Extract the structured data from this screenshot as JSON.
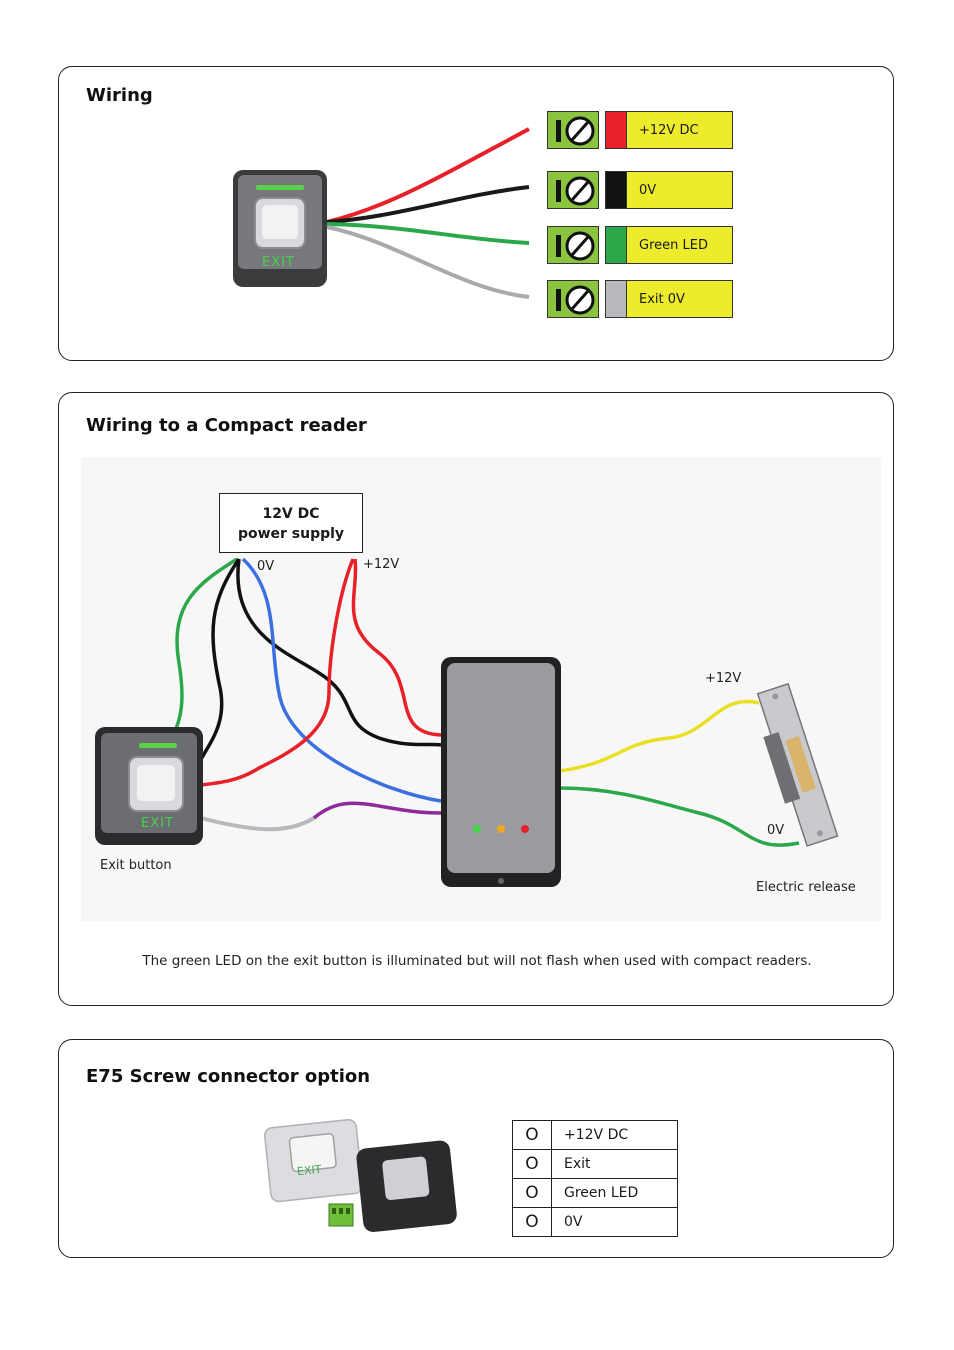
{
  "wiring": {
    "title": "Wiring",
    "device_label": "EXIT",
    "terminals": [
      {
        "label": "+12V DC",
        "color": "#e8202a"
      },
      {
        "label": "0V",
        "color": "#111111"
      },
      {
        "label": "Green LED",
        "color": "#2aa84a"
      },
      {
        "label": "Exit 0V",
        "color": "#b8b9bd"
      }
    ]
  },
  "compact": {
    "title": "Wiring to a Compact reader",
    "psu_line1": "12V DC",
    "psu_line2": "power supply",
    "psu_0v": "0V",
    "psu_12v": "+12V",
    "release_12v": "+12V",
    "release_0v": "0V",
    "exit_button_label": "Exit button",
    "exit_device_label": "EXIT",
    "electric_release_label": "Electric release",
    "note": "The green LED on the exit button is illuminated but will not flash when used with compact readers."
  },
  "e75": {
    "title": "E75 Screw connector option",
    "device_label": "EXIT",
    "rows": [
      {
        "marker": "O",
        "label": "+12V DC"
      },
      {
        "marker": "O",
        "label": "Exit"
      },
      {
        "marker": "O",
        "label": "Green LED"
      },
      {
        "marker": "O",
        "label": "0V"
      }
    ]
  }
}
